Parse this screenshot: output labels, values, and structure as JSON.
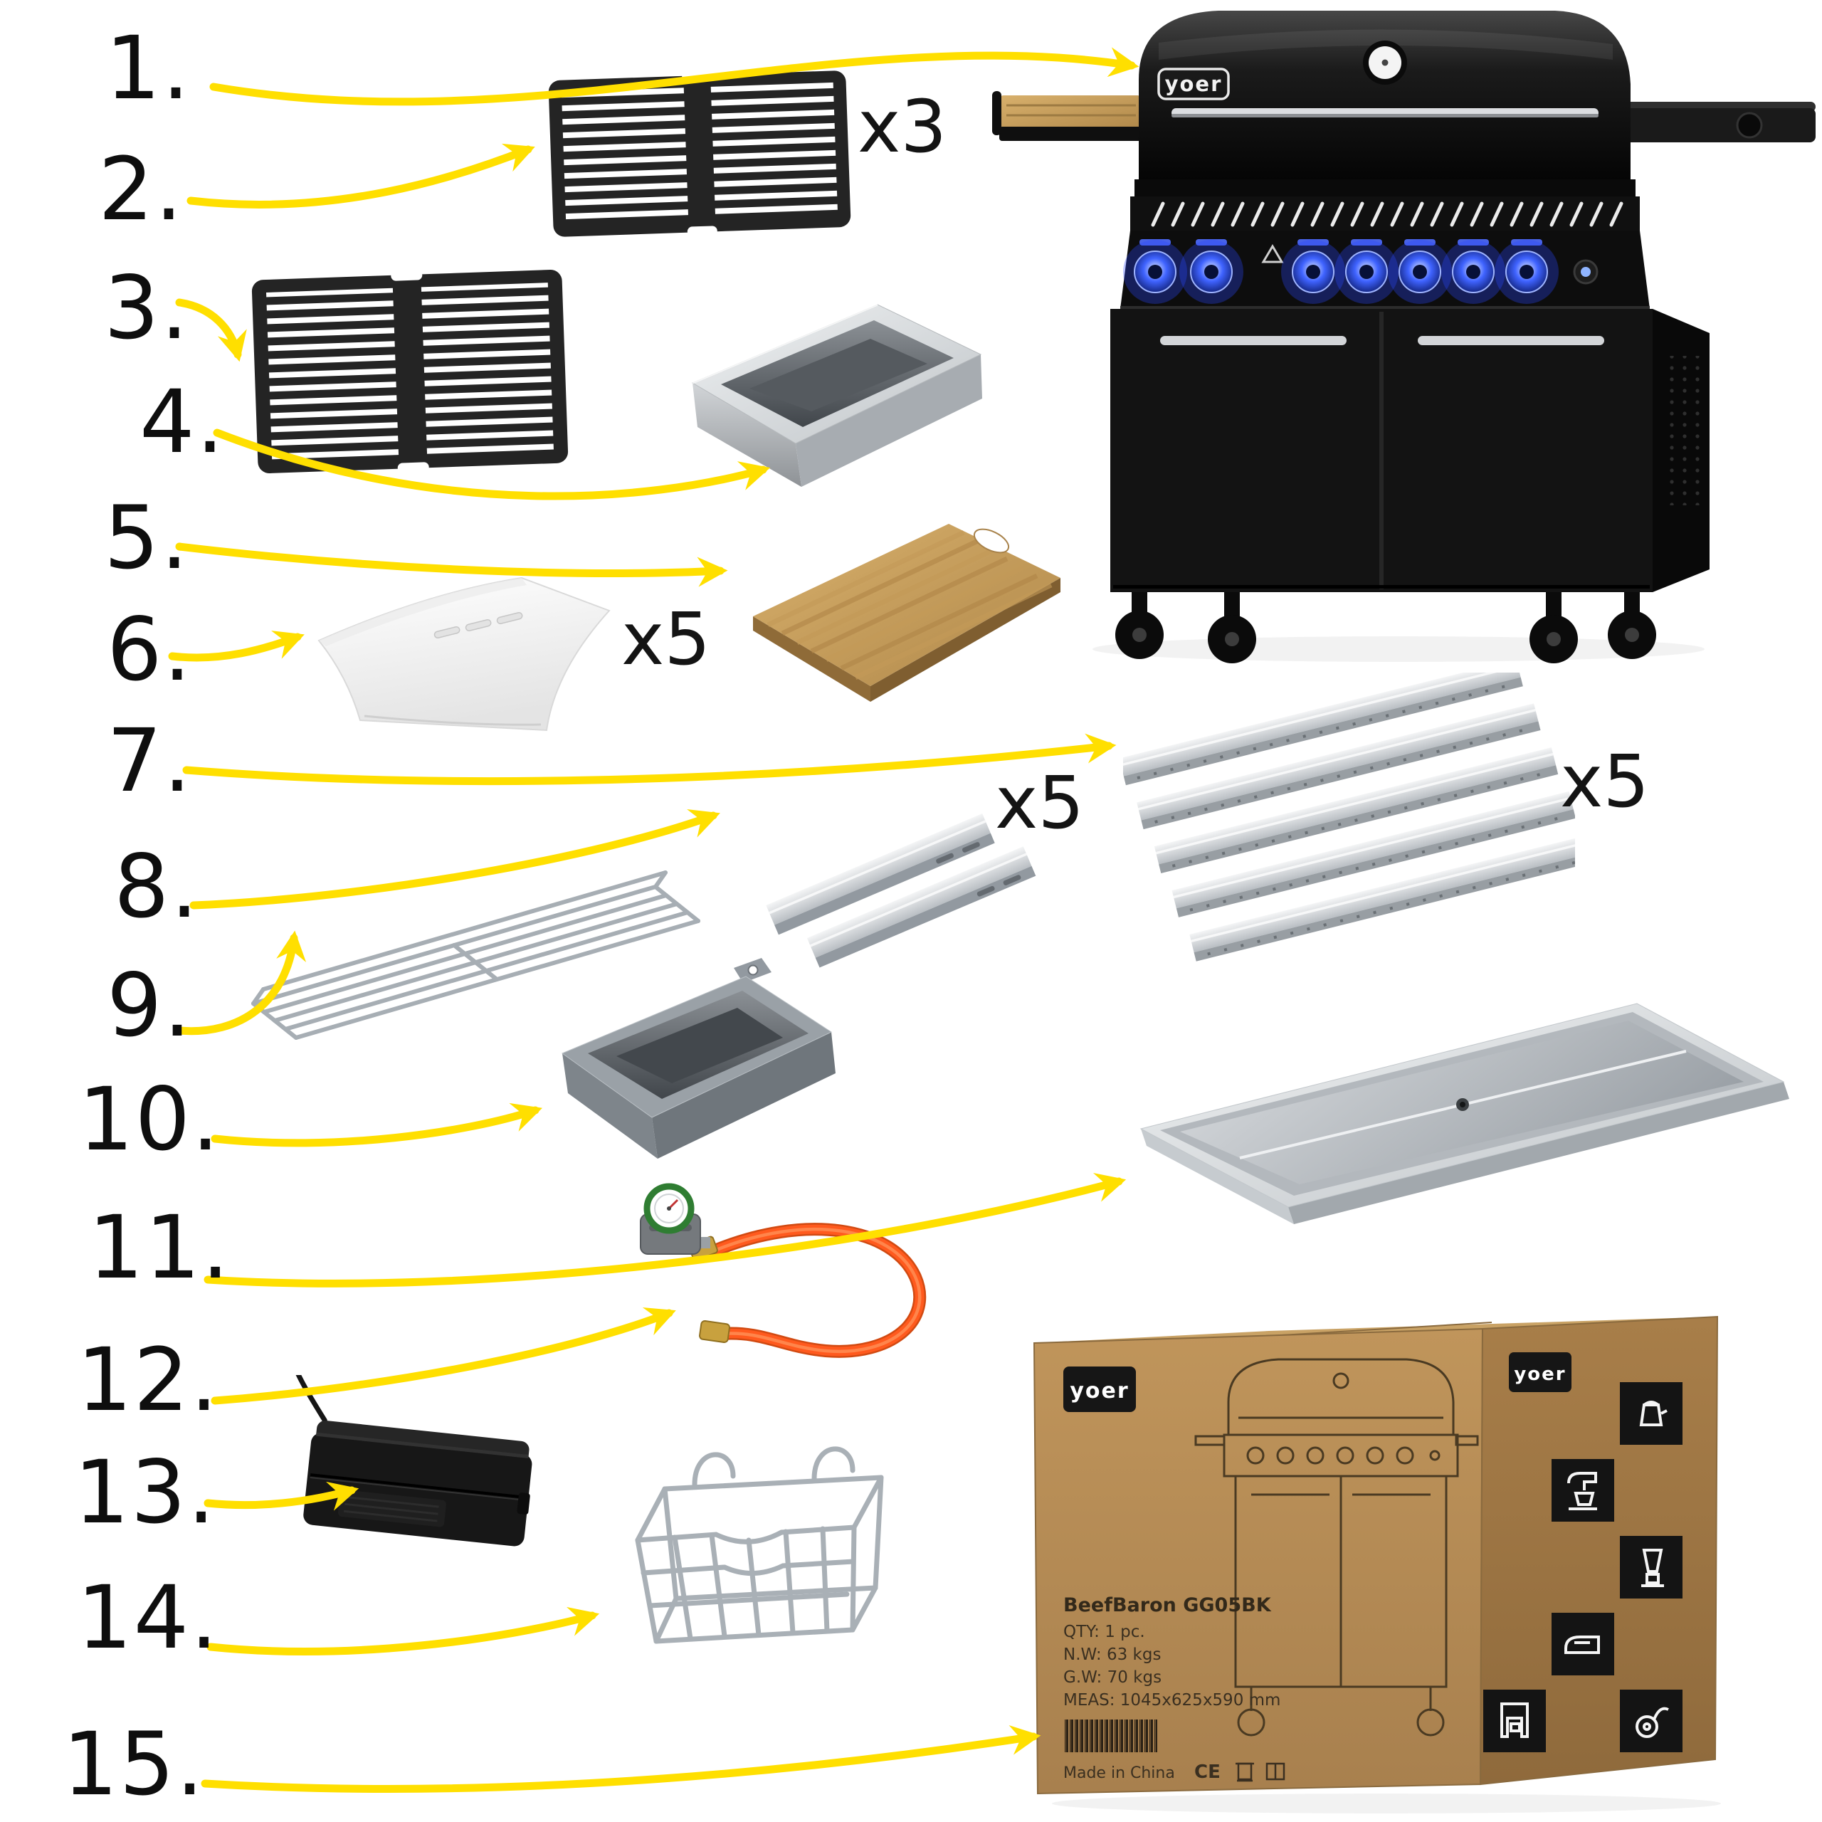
{
  "numbers": [
    "1.",
    "2.",
    "3.",
    "4.",
    "5.",
    "6.",
    "7.",
    "8.",
    "9.",
    "10.",
    "11.",
    "12.",
    "13.",
    "14.",
    "15."
  ],
  "quantities": {
    "cooking_grate_small": "x3",
    "grill_mats": "x5",
    "heat_plates": "x5",
    "flame_tamers": "x5"
  },
  "grill": {
    "brand": "yoer"
  },
  "box": {
    "brand": "yoer",
    "model": "BeefBaron GG05BK",
    "spec_lines": [
      "QTY: 1 pc.",
      "N.W: 63 kgs",
      "G.W: 70 kgs",
      "MEAS: 1045x625x590 mm"
    ],
    "made_in": "Made in China",
    "ce_mark": "CE"
  },
  "icons": {
    "box_side_panel": [
      "kettle-icon",
      "stand-mixer-icon",
      "blender-icon",
      "iron-icon",
      "coffee-machine-icon",
      "vacuum-cleaner-icon"
    ]
  },
  "colors": {
    "arrow_yellow": "#FFDF00",
    "knob_blue_glow": "#2A46FF",
    "hose_orange": "#FF5A1E",
    "cardboard_front": "#B58A52",
    "cardboard_side": "#A07946",
    "bamboo_wood": "#C9A15F",
    "grill_black": "#141414",
    "steel_grey": "#C8CCD0"
  }
}
